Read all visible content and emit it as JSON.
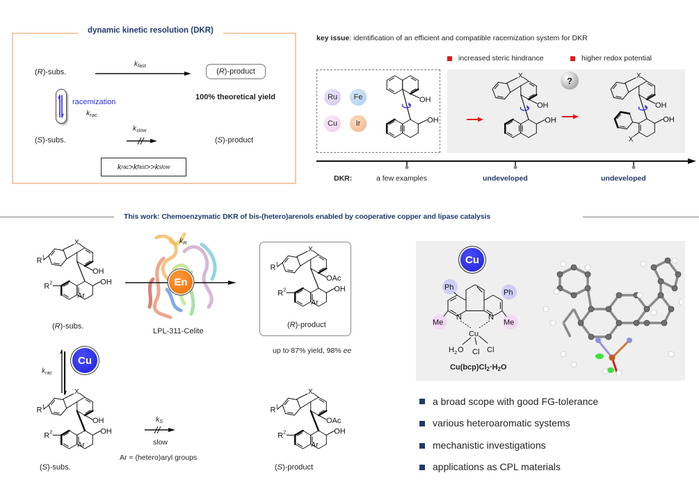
{
  "dkr_panel": {
    "title": "dynamic kinetic resolution (DKR)",
    "r_subs": "-subs.",
    "s_subs": "-subs.",
    "r_label": "R",
    "s_label": "S",
    "k_fast_base": "k",
    "k_fast_sub": "fast",
    "k_slow_base": "k",
    "k_slow_sub": "slow",
    "racemization": "racemization",
    "k_rac_base": "k",
    "k_rac_sub": "rac",
    "r_product": "-product",
    "s_product": "-product",
    "theoretical_yield": "100% theoretical yield",
    "rate_relation": {
      "k": "k",
      "rac": "rac",
      "gt": " > ",
      "fast": "fast",
      "gtgt": " >> ",
      "slow": "slow"
    }
  },
  "key_issue": {
    "label": "key issue",
    "text": ": identification of an efficient and compatible racemization system for DKR",
    "legend": [
      "increased steric hindrance",
      "higher redox potential"
    ],
    "legend_color": "#e21a1a",
    "metals": [
      {
        "symbol": "Ru",
        "color": "#d9d0f2"
      },
      {
        "symbol": "Fe",
        "color": "#b7d4f3"
      },
      {
        "symbol": "Cu",
        "color": "#f1d6f3"
      },
      {
        "symbol": "Ir",
        "color": "#f6c39c"
      }
    ],
    "question_mark": "?",
    "substituent_oh": "OH",
    "heteroatom": "X"
  },
  "timeline": {
    "label": "DKR:",
    "stages": [
      "a few examples",
      "undeveloped",
      "undeveloped"
    ]
  },
  "this_work": {
    "title": "This work: Chemoenzymatic DKR of bis-(hetero)arenols enabled by cooperative copper and lipase catalysis"
  },
  "scheme": {
    "r_subs_label": "R",
    "s_subs_label": "S",
    "subs_suffix": "-subs.",
    "product_suffix": "-product",
    "enzyme_badge": "En",
    "enzyme_name": "LPL-311-Celite",
    "k_r_base": "k",
    "k_r_sub": "R",
    "k_s_base": "k",
    "k_s_sub": "S",
    "slow": "slow",
    "k_rac_base": "k",
    "k_rac_sub": "rac",
    "cu_badge": "Cu",
    "yield_text": "up to 87% yield, 98% ",
    "ee": "ee",
    "ar_note": "Ar = (hetero)aryl groups",
    "groups": {
      "x": "X",
      "oh": "OH",
      "oac": "OAc",
      "r1": "R",
      "r1_sup": "1",
      "r2": "R",
      "r2_sup": "2",
      "ar": "Ar"
    },
    "badge_colors": {
      "enzyme": "#f07b10",
      "copper": "#2b2ee6"
    }
  },
  "catalyst": {
    "badge": "Cu",
    "ph": "Ph",
    "me": "Me",
    "n": "N",
    "cu": "Cu",
    "h2o": "H",
    "h2o_sub": "2",
    "h2o_o": "O",
    "cl": "Cl",
    "name_main": "Cu(bcp)Cl",
    "name_sub": "2",
    "name_dot": "·H",
    "name_sub2": "2",
    "name_end": "O",
    "ph_color": "#cfcdf5",
    "me_color": "#f3d9f3"
  },
  "highlights": [
    "a broad scope with good FG-tolerance",
    "various heteroaromatic systems",
    "mechanistic investigations",
    "applications as CPL materials"
  ]
}
